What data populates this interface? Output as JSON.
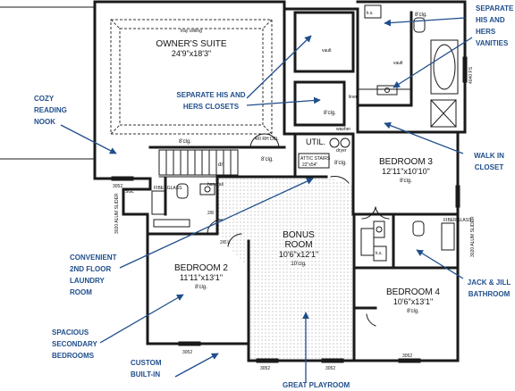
{
  "rooms": {
    "owners_suite": {
      "name": "OWNER'S SUITE",
      "dims": "24'9\"x18'3\"",
      "ceiling": "tray ceiling"
    },
    "bedroom3": {
      "name": "BEDROOM 3",
      "dims": "12'11\"x10'10\"",
      "clg": "8'clg."
    },
    "bonus": {
      "name": "BONUS",
      "name2": "ROOM",
      "dims": "10'6\"x12'1\"",
      "clg": "10'clg."
    },
    "bedroom2": {
      "name": "BEDROOM 2",
      "dims": "11'11\"x13'1\"",
      "clg": "8'clg."
    },
    "bedroom4": {
      "name": "BEDROOM 4",
      "dims": "10'6\"x13'1\"",
      "clg": "8'clg."
    }
  },
  "labels": {
    "util": "UTIL.",
    "dn": "dn",
    "handrail": "handrail",
    "attic": "ATTIC STAIRS",
    "attic_dims": "22\"x54\"",
    "linen": "linen",
    "ks1": "k.s.",
    "ks2": "k.s.",
    "vault1": "vault",
    "vault2": "vault",
    "washer": "washer",
    "dryer": "dryer",
    "fiberglass1": "FIBERGLASS",
    "fiberglass2": "FIBERGLASS",
    "clg_8a": "8'clg.",
    "clg_8b": "8'clg.",
    "clg_8c": "8'clg.",
    "clg_8d": "8'clg.",
    "clg_8e": "8'clg.",
    "rh_dbl": "4/0 RH DBL",
    "win_3052a": "3052",
    "win_3052b": "3052",
    "win_3052c": "3052",
    "win_3052d": "3052",
    "win_3052e": "3052",
    "sgl": "SGL",
    "win_4040": "4040 FS",
    "slider1": "3020 ALUM SLIDER",
    "slider2": "3020 ALUM SLIDER",
    "door_28a": "2/8 L",
    "door_28b": "2/8"
  },
  "callouts": {
    "his_hers_vanities": "SEPARATE HIS AND HERS VANITIES",
    "his_hers_closets": "SEPARATE HIS AND HERS CLOSETS",
    "reading_nook": "COZY READING NOOK",
    "walk_in": "WALK IN CLOSET",
    "laundry": "CONVENIENT 2ND FLOOR LAUNDRY ROOM",
    "jack_jill": "JACK & JILL BATHROOM",
    "secondary_bedrooms": "SPACIOUS SECONDARY BEDROOMS",
    "custom_builtin": "CUSTOM BUILT-IN",
    "great_playroom": "GREAT PLAYROOM"
  },
  "colors": {
    "callout": "#1f4e8c",
    "wall": "#1a1a1a"
  }
}
